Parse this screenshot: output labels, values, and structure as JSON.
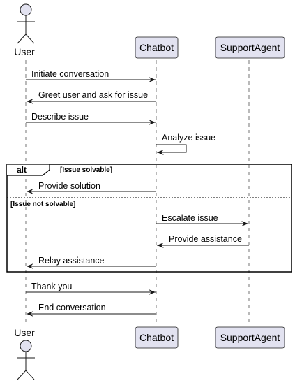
{
  "participants": {
    "user": "User",
    "chatbot": "Chatbot",
    "agent": "SupportAgent"
  },
  "messages": [
    "Initiate conversation",
    "Greet user and ask for issue",
    "Describe issue",
    "Analyze issue",
    "Provide solution",
    "Escalate issue",
    "Provide assistance",
    "Relay assistance",
    "Thank you",
    "End conversation"
  ],
  "fragment": {
    "keyword": "alt",
    "guard_1": "[Issue solvable]",
    "guard_2": "[Issue not solvable]"
  },
  "colors": {
    "participant_fill": "#E2E2F0",
    "participant_border": "#181818",
    "lifeline": "#181818"
  }
}
